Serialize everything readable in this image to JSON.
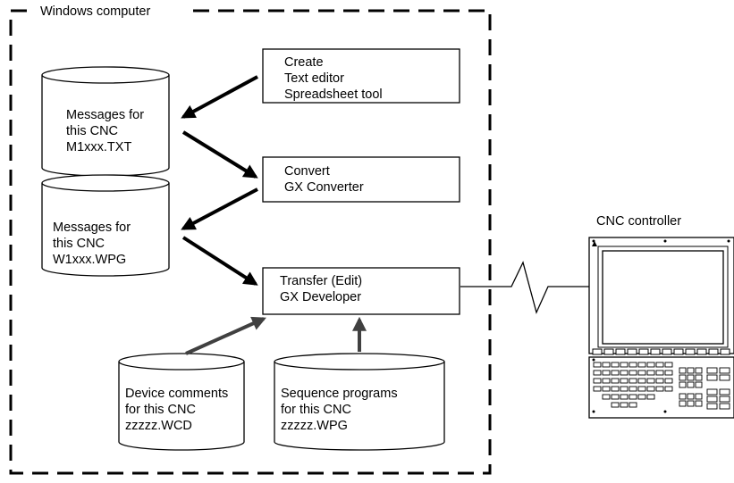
{
  "boundary": {
    "label": "Windows  computer"
  },
  "create_box": {
    "lines": [
      "Create",
      "Text editor",
      "Spreadsheet tool"
    ]
  },
  "convert_box": {
    "lines": [
      "Convert",
      "GX Converter"
    ]
  },
  "transfer_box": {
    "lines": [
      "Transfer (Edit)",
      "GX Developer"
    ]
  },
  "messages_txt": {
    "lines": [
      "Messages for",
      "this CNC",
      "M1xxx.TXT"
    ]
  },
  "messages_wpg": {
    "lines": [
      "Messages for",
      "this CNC",
      "W1xxx.WPG"
    ]
  },
  "device_comments": {
    "lines": [
      "Device comments",
      "for this CNC",
      "zzzzz.WCD"
    ]
  },
  "sequence_programs": {
    "lines": [
      "Sequence programs",
      "for this CNC",
      "zzzzz.WPG"
    ]
  },
  "cnc": {
    "label": "CNC controller"
  },
  "colors": {
    "stroke": "#000000",
    "arrow_gray": "#404040",
    "screen_gray": "#e6e6e6"
  }
}
